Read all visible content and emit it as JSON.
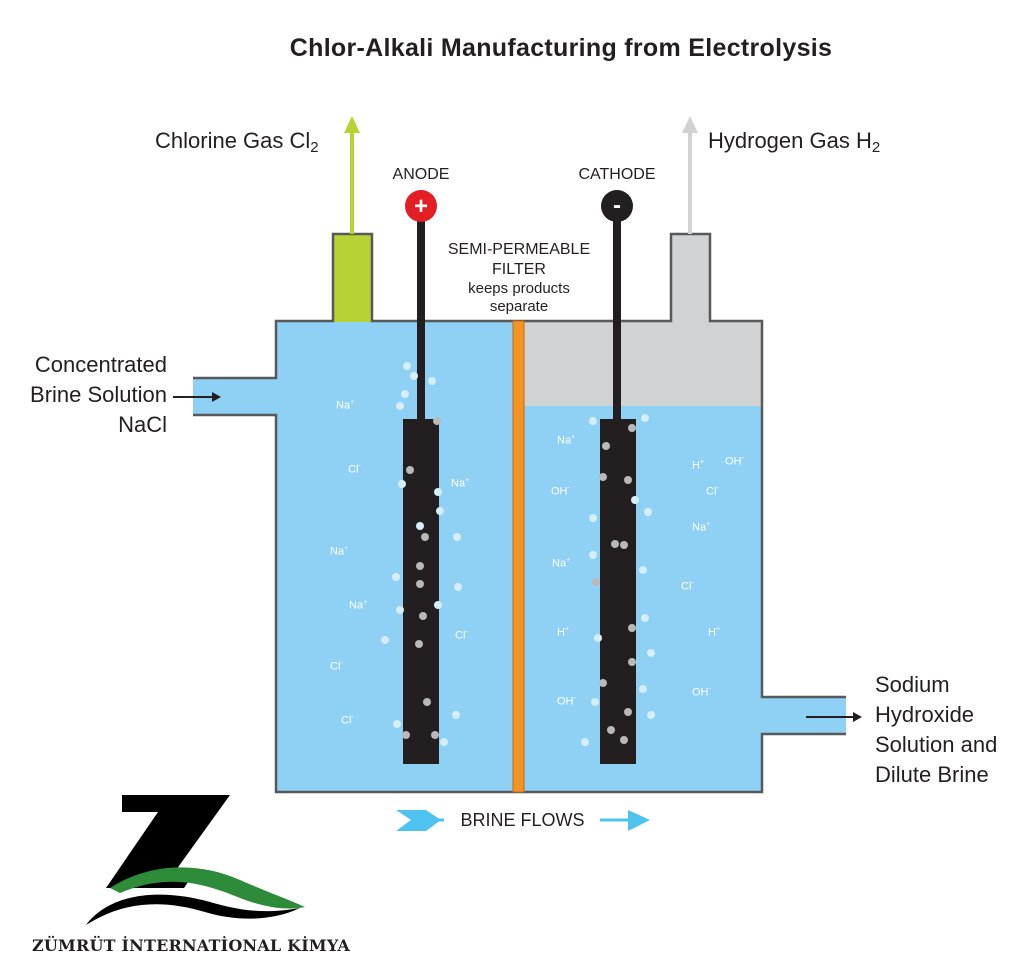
{
  "title": "Chlor-Alkali Manufacturing from Electrolysis",
  "labels": {
    "chlorine": "Chlorine Gas Cl",
    "chlorine_sub": "2",
    "hydrogen": "Hydrogen Gas H",
    "hydrogen_sub": "2",
    "anode": "ANODE",
    "cathode": "CATHODE",
    "filter_line1": "SEMI-PERMEABLE",
    "filter_line2": "FILTER",
    "filter_line3": "keeps products",
    "filter_line4": "separate",
    "input_line1": "Concentrated",
    "input_line2": "Brine Solution",
    "input_line3": "NaCl",
    "output_line1": "Sodium",
    "output_line2": "Hydroxide",
    "output_line3": "Solution and",
    "output_line4": "Dilute Brine",
    "brine_flows": "BRINE FLOWS",
    "anode_sign": "+",
    "cathode_sign": "-"
  },
  "ions_left": [
    {
      "text": "Na",
      "charge": "+"
    },
    {
      "text": "Cl",
      "charge": "-"
    },
    {
      "text": "Na",
      "charge": "+"
    },
    {
      "text": "Na",
      "charge": "+"
    },
    {
      "text": "Na",
      "charge": "+"
    },
    {
      "text": "Cl",
      "charge": "-"
    },
    {
      "text": "Cl",
      "charge": "-"
    },
    {
      "text": "Cl",
      "charge": "-"
    }
  ],
  "ions_right": [
    {
      "text": "Na",
      "charge": "+"
    },
    {
      "text": "OH",
      "charge": "-"
    },
    {
      "text": "H",
      "charge": "+"
    },
    {
      "text": "OH",
      "charge": "-"
    },
    {
      "text": "Cl",
      "charge": "-"
    },
    {
      "text": "Na",
      "charge": "+"
    },
    {
      "text": "Na",
      "charge": "+"
    },
    {
      "text": "Cl",
      "charge": "-"
    },
    {
      "text": "H",
      "charge": "+"
    },
    {
      "text": "H",
      "charge": "+"
    },
    {
      "text": "OH",
      "charge": "-"
    },
    {
      "text": "OH",
      "charge": "-"
    }
  ],
  "company": "ZÜMRÜT İNTERNATİONAL KİMYA",
  "colors": {
    "brine": "#8fd1f5",
    "chlorine": "#b5d334",
    "hydrogen": "#d1d2d3",
    "filter": "#f39321",
    "electrode": "#231f20",
    "anode_cap": "#e31e24",
    "arrow_blue": "#4fc3f0",
    "logo_green": "#2e8b3a"
  }
}
